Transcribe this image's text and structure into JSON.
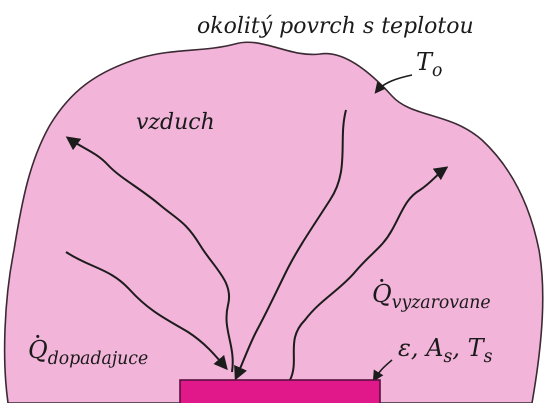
{
  "labels": {
    "surrounding_surface": "okolitý povrch s teplotou",
    "surrounding_temp_symbol": "T",
    "surrounding_temp_sub": "o",
    "air": "vzduch",
    "q_incident_symbol": "Q",
    "q_incident_sub": "dopadajuce",
    "q_radiated_symbol": "Q",
    "q_radiated_sub": "vyzarovane",
    "surface_props": "ε, A",
    "surface_props_sub_a": "s",
    "surface_props_t": ", T",
    "surface_props_sub_t": "s"
  },
  "colors": {
    "region_fill": "#f2b4d8",
    "region_stroke": "#3a2a33",
    "plate_fill": "#e0188a",
    "plate_stroke": "#5a1040",
    "arrow": "#1c1c1c"
  }
}
